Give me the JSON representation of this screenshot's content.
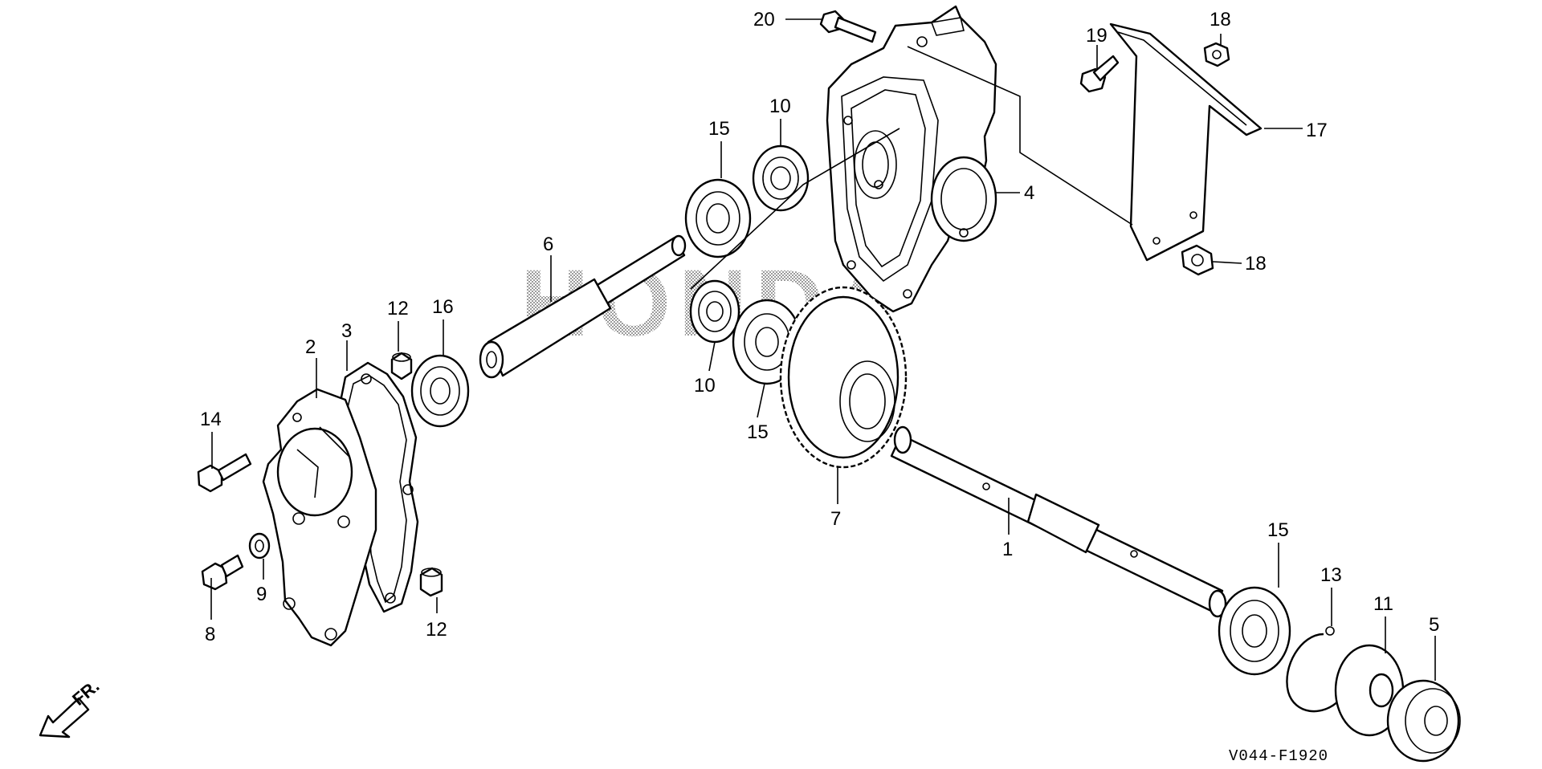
{
  "watermark": "HONDA",
  "diagram_code": "V044-F1920",
  "direction_label": "FR.",
  "callouts": {
    "p1": "1",
    "p2": "2",
    "p3": "3",
    "p4": "4",
    "p5": "5",
    "p6": "6",
    "p7": "7",
    "p8": "8",
    "p9": "9",
    "p10a": "10",
    "p10b": "10",
    "p11": "11",
    "p12a": "12",
    "p12b": "12",
    "p13": "13",
    "p14": "14",
    "p15a": "15",
    "p15b": "15",
    "p15c": "15",
    "p16": "16",
    "p17": "17",
    "p18a": "18",
    "p18b": "18",
    "p19": "19",
    "p20": "20"
  }
}
